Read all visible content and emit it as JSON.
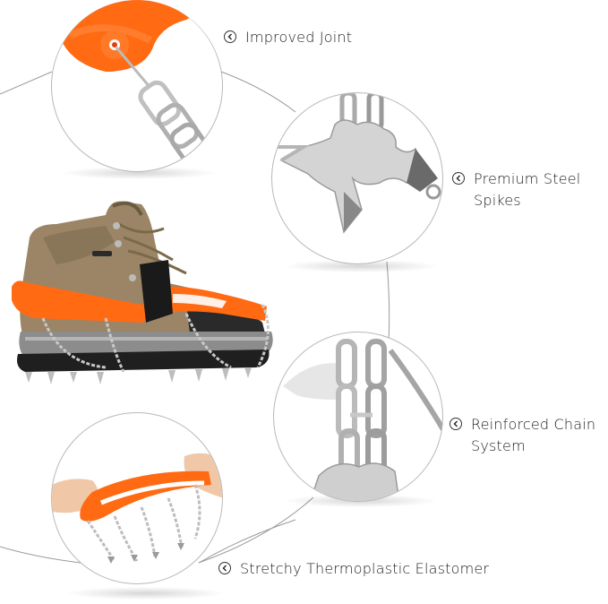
{
  "product": {
    "type": "ice cleats / crampons",
    "accent_color": "#ff6a13",
    "boot_color": "#8b7355",
    "chain_color": "#c8c8c8"
  },
  "features": [
    {
      "id": "joint",
      "label": "Improved Joint",
      "icon": "circle-chevron-left-icon"
    },
    {
      "id": "spikes",
      "label": "Premium Steel\nSpikes",
      "icon": "circle-chevron-left-icon"
    },
    {
      "id": "chain",
      "label": "Reinforced Chain\nSystem",
      "icon": "circle-chevron-left-icon"
    },
    {
      "id": "elastomer",
      "label": "Stretchy Thermoplastic Elastomer",
      "icon": "circle-chevron-left-icon"
    }
  ]
}
